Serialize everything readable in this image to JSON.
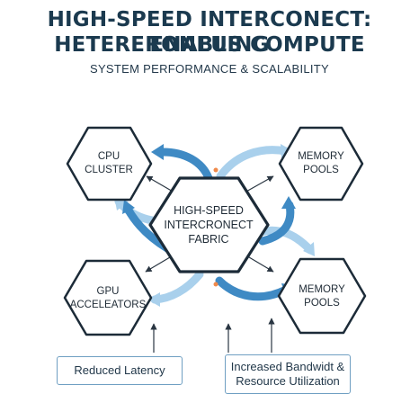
{
  "header": {
    "title_line1": "HIGH-SPEED INTERCONECT: ENABLING",
    "title_line2": "HETERERONEUS COMPUTE",
    "subtitle": "SYSTEM PERFORMANCE & SCALABILITY"
  },
  "nodes": {
    "center": {
      "line1": "HIGH-SPEED",
      "line2": "INTERCRONECT",
      "line3": "FABRIC"
    },
    "cpu": {
      "line1": "CPU",
      "line2": "CLUSTER"
    },
    "memory_top": {
      "line1": "MEMORY",
      "line2": "POOLS"
    },
    "gpu": {
      "line1": "GPU",
      "line2": "ACCELEATORS"
    },
    "memory_bottom": {
      "line1": "MEMORY",
      "line2": "POOLS"
    }
  },
  "callouts": {
    "latency": "Reduced Latency",
    "bandwidth_line1": "Increased Bandwidt &",
    "bandwidth_line2": "Resource Utilization"
  },
  "colors": {
    "title": "#1b3a4f",
    "hex_stroke": "#1c2b38",
    "arrow_dark": "#3f8ac4",
    "arrow_light": "#a9d0ec",
    "accent_dot": "#f08a4b",
    "callout_border": "#6f9fc2"
  }
}
